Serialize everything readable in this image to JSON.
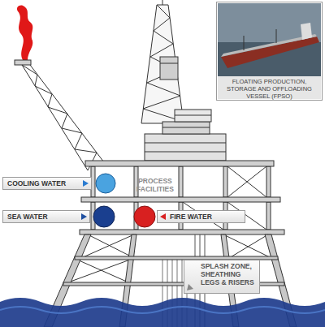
{
  "diagram": {
    "nodes": [
      {
        "text": [
          "FLOATING PRODUCTION, STORAGE AND OFFLOADING VESSEL (FPSO)"
        ]
      },
      {
        "text": [
          "COOLING WATER"
        ]
      },
      {
        "text": [
          "SEA WATER"
        ]
      },
      {
        "text": [
          "FIRE WATER"
        ]
      },
      {
        "text": [
          "SPLASH ZONE, SHEATHING LEGS & RISERS"
        ]
      }
    ],
    "labels": [
      "PROCESS FACILITIES"
    ]
  }
}
